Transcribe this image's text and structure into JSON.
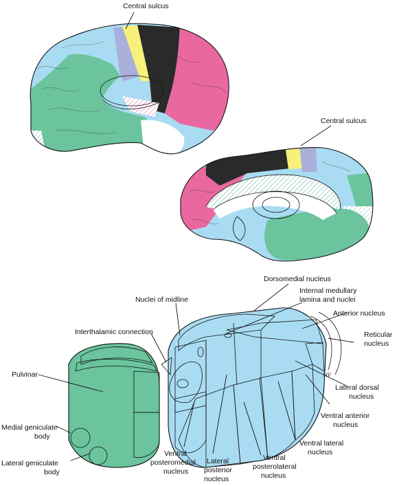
{
  "colors": {
    "outline": "#111111",
    "pink": "#e9689f",
    "black": "#2a2a2a",
    "yellow": "#f7f07a",
    "lavender": "#a9b0dc",
    "lightblue": "#a9dcf2",
    "green": "#6bc49d",
    "pale_pink": "#f5c8dc",
    "tan": "#efe1b4",
    "white": "#ffffff",
    "hatch": "#6fb49a"
  },
  "labels": {
    "central_sulcus_lateral": "Central sulcus",
    "central_sulcus_medial": "Central sulcus",
    "dorsomedial": "Dorsomedial nucleus",
    "internal_medullary_1": "Internal medullary",
    "internal_medullary_2": "lamina and nuclei",
    "nuclei_midline": "Nuclei of midline",
    "anterior_nucleus": "Anterior nucleus",
    "interthalamic": "Interthalamic connection",
    "reticular_1": "Reticular",
    "reticular_2": "nucleus",
    "pulvinar": "Pulvinar",
    "lateral_dorsal_1": "Lateral dorsal",
    "lateral_dorsal_2": "nucleus",
    "medial_geniculate_1": "Medial geniculate",
    "medial_geniculate_2": "body",
    "ventral_anterior_1": "Ventral anterior",
    "ventral_anterior_2": "nucleus",
    "ventral_lateral_1": "Ventral lateral",
    "ventral_lateral_2": "nucleus",
    "lateral_geniculate_1": "Lateral geniculate",
    "lateral_geniculate_2": "body",
    "vpm_1": "Ventral",
    "vpm_2": "posteromedial",
    "vpm_3": "nucleus",
    "lateral_posterior_1": "Lateral",
    "lateral_posterior_2": "posterior",
    "lateral_posterior_3": "nucleus",
    "vpl_1": "Ventral",
    "vpl_2": "posterolateral",
    "vpl_3": "nucleus",
    "signature": "MF"
  }
}
